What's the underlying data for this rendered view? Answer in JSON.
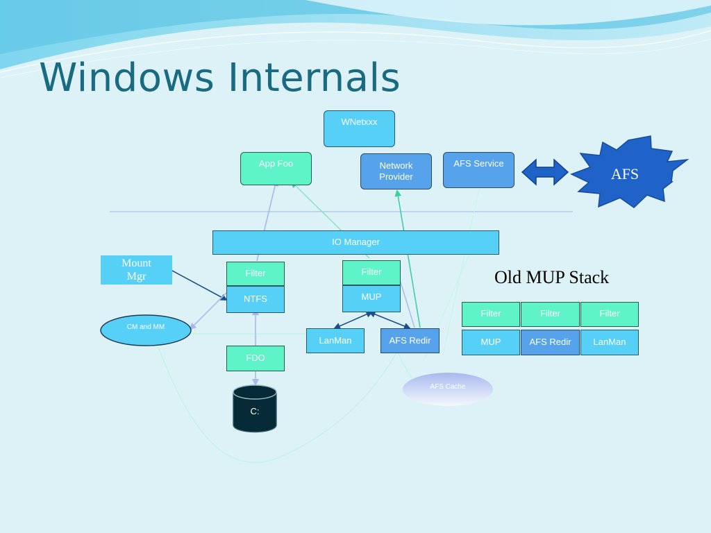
{
  "title": "Windows Internals",
  "colors": {
    "background": "#dcf2f7",
    "mint": "#5ef4c8",
    "sky": "#57d0f7",
    "blue": "#56a3eb",
    "afs_star": "#1f63c9",
    "title": "#1a6a82"
  },
  "nodes": {
    "wnetxxx": "WNetxxx",
    "app_foo": "App Foo",
    "network_provider": "Network Provider",
    "afs_service": "AFS Service",
    "afs_star": "AFS",
    "io_manager": "IO Manager",
    "mount_mgr": "Mount Mgr",
    "filter_ntfs": "Filter",
    "ntfs": "NTFS",
    "filter_mup": "Filter",
    "mup": "MUP",
    "cm_and_mm": "CM and MM",
    "lanman": "LanMan",
    "afs_redir": "AFS Redir",
    "fdo": "FDO",
    "drive_c": "C:",
    "afs_cache": "AFS Cache"
  },
  "old_mup_stack": {
    "heading": "Old MUP Stack",
    "filters": [
      "Filter",
      "Filter",
      "Filter"
    ],
    "drivers": [
      "MUP",
      "AFS Redir",
      "LanMan"
    ]
  }
}
